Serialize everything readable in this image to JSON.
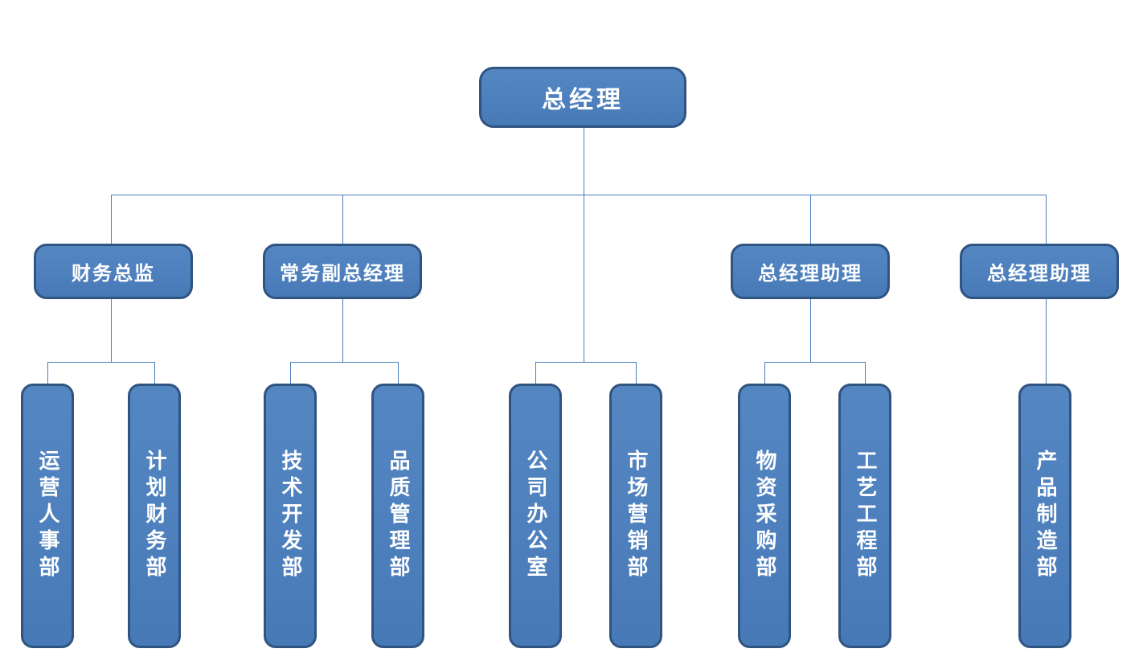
{
  "org": {
    "root": {
      "label": "总经理"
    },
    "managers": [
      {
        "label": "财务总监"
      },
      {
        "label": "常务副总经理"
      },
      {
        "label": "总经理助理"
      },
      {
        "label": "总经理助理"
      }
    ],
    "departments": [
      {
        "label": "运营人事部"
      },
      {
        "label": "计划财务部"
      },
      {
        "label": "技术开发部"
      },
      {
        "label": "品质管理部"
      },
      {
        "label": "公司办公室"
      },
      {
        "label": "市场营销部"
      },
      {
        "label": "物资采购部"
      },
      {
        "label": "工艺工程部"
      },
      {
        "label": "产品制造部"
      }
    ],
    "hierarchy": [
      {
        "parent": "总经理",
        "children": [
          "财务总监",
          "常务副总经理",
          "公司办公室·市场营销部(直属)",
          "总经理助理",
          "总经理助理"
        ]
      },
      {
        "parent": "财务总监",
        "children": [
          "运营人事部",
          "计划财务部"
        ]
      },
      {
        "parent": "常务副总经理",
        "children": [
          "技术开发部",
          "品质管理部"
        ]
      },
      {
        "parent": "总经理助理(左)",
        "children": [
          "物资采购部",
          "工艺工程部"
        ]
      },
      {
        "parent": "总经理助理(右)",
        "children": [
          "产品制造部"
        ]
      }
    ],
    "colors": {
      "box_fill": "#4e80bd",
      "box_border": "#2f5480",
      "line": "#4a7ebb",
      "text": "#ffffff",
      "background": "#ffffff"
    }
  }
}
